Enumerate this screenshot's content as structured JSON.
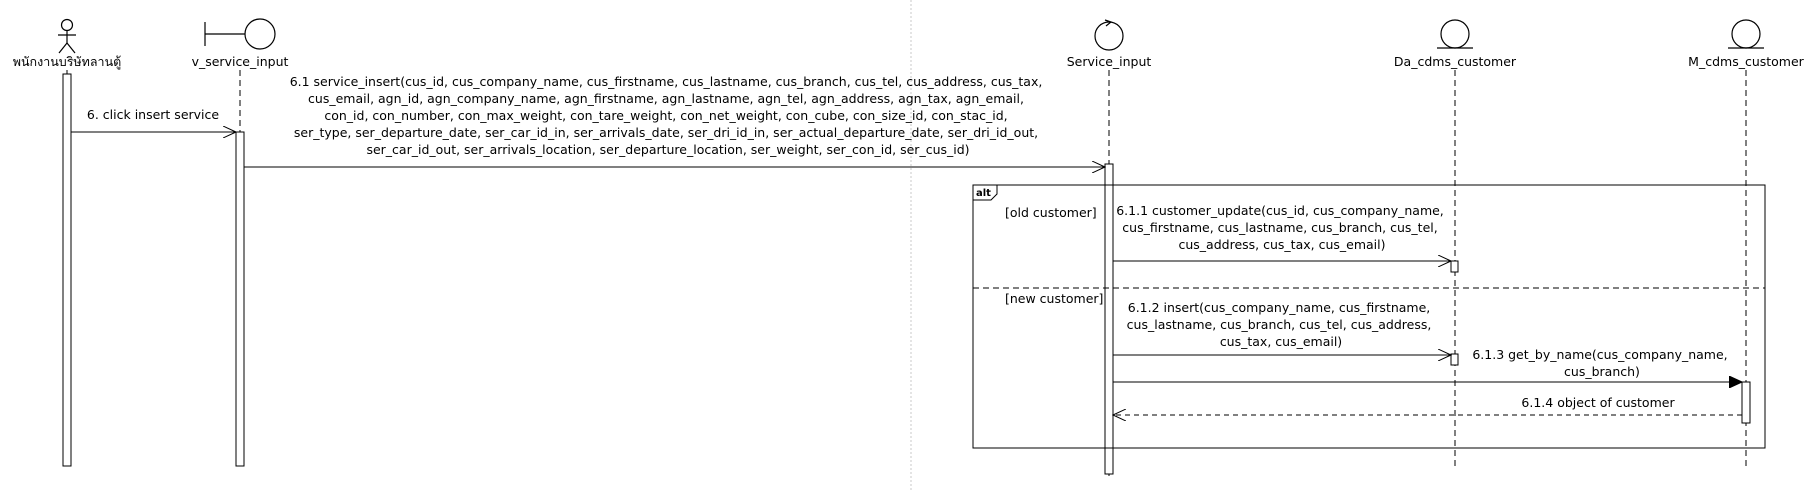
{
  "participants": {
    "actor": "พนักงานบริษัทลานตู้",
    "boundary": "v_service_input",
    "control": "Service_input",
    "entity_da": "Da_cdms_customer",
    "entity_m": "M_cdms_customer"
  },
  "messages": {
    "m6": "6. click insert service",
    "m61": [
      "6.1 service_insert(cus_id, cus_company_name,  cus_firstname, cus_lastname, cus_branch, cus_tel, cus_address, cus_tax,",
      "cus_email, agn_id, agn_company_name,  agn_firstname, agn_lastname, agn_tel, agn_address, agn_tax, agn_email,",
      "con_id, con_number, con_max_weight, con_tare_weight, con_net_weight, con_cube, con_size_id, con_stac_id,",
      "ser_type, ser_departure_date, ser_car_id_in, ser_arrivals_date, ser_dri_id_in, ser_actual_departure_date, ser_dri_id_out,",
      "ser_car_id_out, ser_arrivals_location, ser_departure_location, ser_weight, ser_con_id, ser_cus_id)"
    ],
    "m611": [
      "6.1.1 customer_update(cus_id, cus_company_name,",
      "cus_firstname, cus_lastname, cus_branch, cus_tel,",
      "cus_address, cus_tax, cus_email)"
    ],
    "m612": [
      "6.1.2 insert(cus_company_name,  cus_firstname,",
      "cus_lastname, cus_branch, cus_tel, cus_address,",
      "cus_tax, cus_email)"
    ],
    "m613": [
      "6.1.3 get_by_name(cus_company_name,",
      "cus_branch)"
    ],
    "m614": "6.1.4 object of customer"
  },
  "fragment": {
    "label": "alt",
    "guard_old": "[old customer]",
    "guard_new": "[new customer]"
  }
}
